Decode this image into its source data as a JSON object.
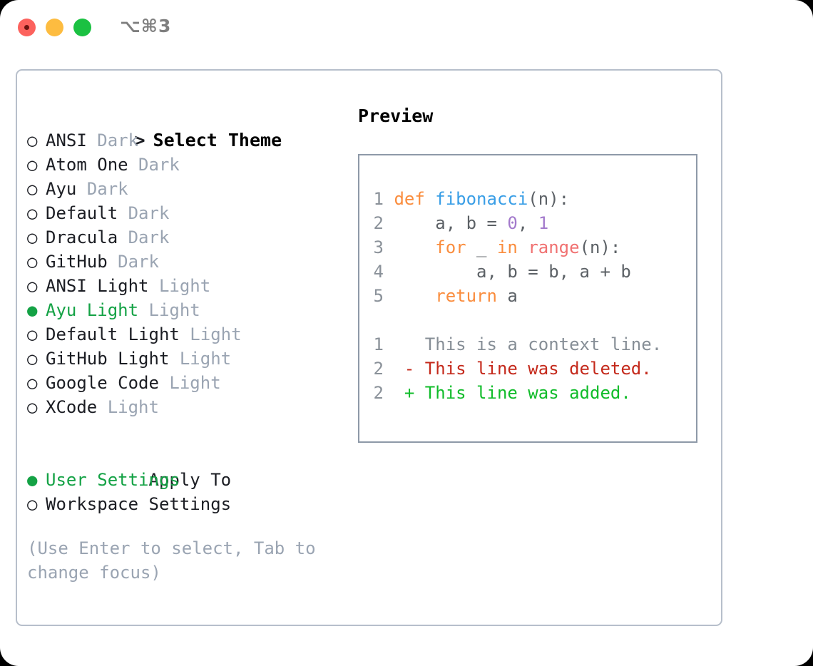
{
  "titlebar": {
    "shortcut": "⌥⌘3",
    "lights": [
      "close-light",
      "minimize-light",
      "maximize-light"
    ]
  },
  "theme_picker": {
    "header": {
      "marker": ">",
      "label": "Select Theme"
    },
    "unselected_marker": "○",
    "selected_marker": "●",
    "items": [
      {
        "marker": "○",
        "name": "ANSI",
        "variant": "Dark",
        "selected": false
      },
      {
        "marker": "○",
        "name": "Atom One",
        "variant": "Dark",
        "selected": false
      },
      {
        "marker": "○",
        "name": "Ayu",
        "variant": "Dark",
        "selected": false
      },
      {
        "marker": "○",
        "name": "Default",
        "variant": "Dark",
        "selected": false
      },
      {
        "marker": "○",
        "name": "Dracula",
        "variant": "Dark",
        "selected": false
      },
      {
        "marker": "○",
        "name": "GitHub",
        "variant": "Dark",
        "selected": false
      },
      {
        "marker": "○",
        "name": "ANSI Light",
        "variant": "Light",
        "selected": false
      },
      {
        "marker": "●",
        "name": "Ayu Light",
        "variant": "Light",
        "selected": true
      },
      {
        "marker": "○",
        "name": "Default Light",
        "variant": "Light",
        "selected": false
      },
      {
        "marker": "○",
        "name": "GitHub Light",
        "variant": "Light",
        "selected": false
      },
      {
        "marker": "○",
        "name": "Google Code",
        "variant": "Light",
        "selected": false
      },
      {
        "marker": "○",
        "name": "XCode",
        "variant": "Light",
        "selected": false
      }
    ]
  },
  "apply_to": {
    "header": "Apply To",
    "items": [
      {
        "marker": "●",
        "name": "User Settings",
        "selected": true
      },
      {
        "marker": "○",
        "name": "Workspace Settings",
        "selected": false
      }
    ]
  },
  "hint": "(Use Enter to select, Tab to\nchange focus)",
  "preview": {
    "title": "Preview",
    "code": [
      {
        "line_no": "1",
        "tokens": [
          {
            "text": "def ",
            "type": "kw"
          },
          {
            "text": "fibonacci",
            "type": "fn"
          },
          {
            "text": "(n):",
            "type": "pl"
          }
        ]
      },
      {
        "line_no": "2",
        "tokens": [
          {
            "text": "    a, b = ",
            "type": "pl"
          },
          {
            "text": "0",
            "type": "num"
          },
          {
            "text": ", ",
            "type": "pl"
          },
          {
            "text": "1",
            "type": "num"
          }
        ]
      },
      {
        "line_no": "3",
        "tokens": [
          {
            "text": "    ",
            "type": "pl"
          },
          {
            "text": "for",
            "type": "kw"
          },
          {
            "text": " _ ",
            "type": "pl"
          },
          {
            "text": "in",
            "type": "kw"
          },
          {
            "text": " ",
            "type": "pl"
          },
          {
            "text": "range",
            "type": "call"
          },
          {
            "text": "(n):",
            "type": "pl"
          }
        ]
      },
      {
        "line_no": "4",
        "tokens": [
          {
            "text": "        a, b = b, a + b",
            "type": "pl"
          }
        ]
      },
      {
        "line_no": "5",
        "tokens": [
          {
            "text": "    ",
            "type": "pl"
          },
          {
            "text": "return",
            "type": "kw"
          },
          {
            "text": " a",
            "type": "pl"
          }
        ]
      }
    ],
    "diff": [
      {
        "line_no": "1",
        "sign": " ",
        "text": " This is a context line.",
        "type": "ctx"
      },
      {
        "line_no": "2",
        "sign": "-",
        "text": " This line was deleted.",
        "type": "del"
      },
      {
        "line_no": "2",
        "sign": "+",
        "text": " This line was added.",
        "type": "add"
      }
    ]
  },
  "colors": {
    "accent_green": "#14a245",
    "keyword_orange": "#fa8d3e",
    "function_blue": "#399ee6",
    "number_purple": "#a37acc",
    "call_red": "#f07171",
    "diff_deleted": "#c4291b",
    "diff_added": "#10bc2a",
    "muted_gray": "#9aa4b2",
    "border_gray": "#b7bfcb"
  }
}
